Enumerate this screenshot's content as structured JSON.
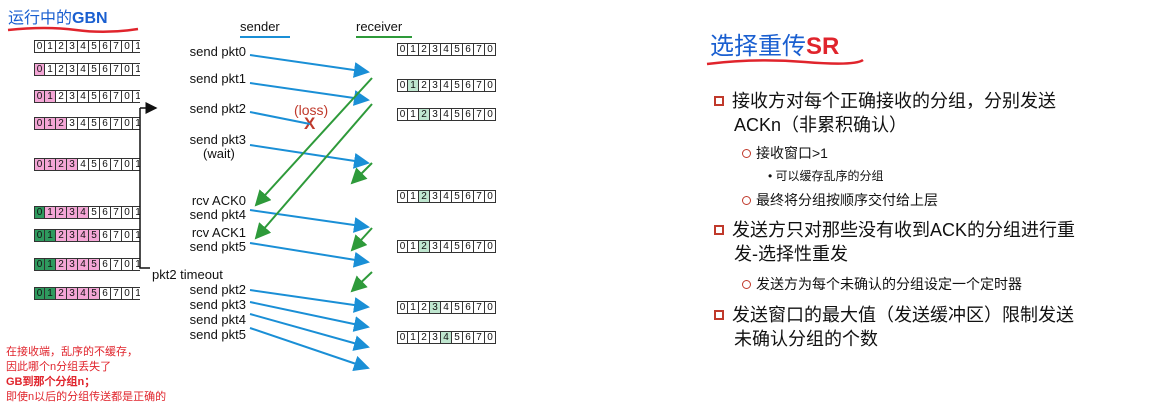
{
  "left": {
    "title_prefix": "运行中的",
    "title_bold": "GBN",
    "sender_label": "sender",
    "receiver_label": "receiver",
    "digits": [
      "0",
      "1",
      "2",
      "3",
      "4",
      "5",
      "6",
      "7",
      "0",
      "1"
    ],
    "receiver_digits": [
      "0",
      "1",
      "2",
      "3",
      "4",
      "5",
      "6",
      "7",
      "0"
    ],
    "sender_rows": [
      {
        "sent_from": -1,
        "sent_to": -1,
        "acked_to": -1
      },
      {
        "sent_from": 0,
        "sent_to": 0,
        "acked_to": -1
      },
      {
        "sent_from": 0,
        "sent_to": 1,
        "acked_to": -1
      },
      {
        "sent_from": 0,
        "sent_to": 2,
        "acked_to": -1
      },
      {
        "sent_from": 0,
        "sent_to": 3,
        "acked_to": -1
      },
      {
        "sent_from": 1,
        "sent_to": 4,
        "acked_to": 0
      },
      {
        "sent_from": 2,
        "sent_to": 5,
        "acked_to": 1
      },
      {
        "sent_from": 2,
        "sent_to": 5,
        "acked_to": 1
      },
      {
        "sent_from": 2,
        "sent_to": 5,
        "acked_to": 1
      }
    ],
    "receiver_rows": [
      {
        "highlight": -1
      },
      {
        "highlight": 1
      },
      {
        "highlight": 2
      },
      {
        "highlight": 2
      },
      {
        "highlight": 2
      },
      {
        "highlight": 3
      },
      {
        "highlight": 4
      }
    ],
    "events": [
      "send pkt0",
      "send pkt1",
      "send pkt2",
      "send pkt3",
      "(wait)",
      "rcv ACK0",
      "send pkt4",
      "rcv ACK1",
      "send pkt5",
      "pkt2 timeout",
      "send pkt2",
      "send pkt3",
      "send pkt4",
      "send pkt5"
    ],
    "loss_label": "(loss)",
    "loss_mark": "X",
    "note_lines": [
      "在接收端，乱序的不缓存，",
      "因此哪个n分组丢失了",
      "GB到那个分组n；",
      "即使n以后的分组传送都是正确的"
    ],
    "colors": {
      "sent": "#f4a6d6",
      "acked": "#2e9a5e",
      "receiver_ok": "#bfe6cf",
      "data_arrow": "#1a8fd6",
      "ack_arrow": "#2e9a3a"
    }
  },
  "right": {
    "title": "选择重传",
    "title_red": "SR",
    "bullets": [
      {
        "text": "接收方对每个正确接收的分组，分别发送",
        "cont": "ACKn（非累积确认）"
      },
      {
        "text": "发送方只对那些没有收到ACK的分组进行重",
        "cont": "发-选择性重发"
      },
      {
        "text": "发送窗口的最大值（发送缓冲区）限制发送",
        "cont": "未确认分组的个数"
      }
    ],
    "sub_items": [
      "接收窗口>1",
      "最终将分组按顺序交付给上层",
      "发送方为每个未确认的分组设定一个定时器"
    ],
    "sub_sub_items": [
      "可以缓存乱序的分组"
    ]
  }
}
